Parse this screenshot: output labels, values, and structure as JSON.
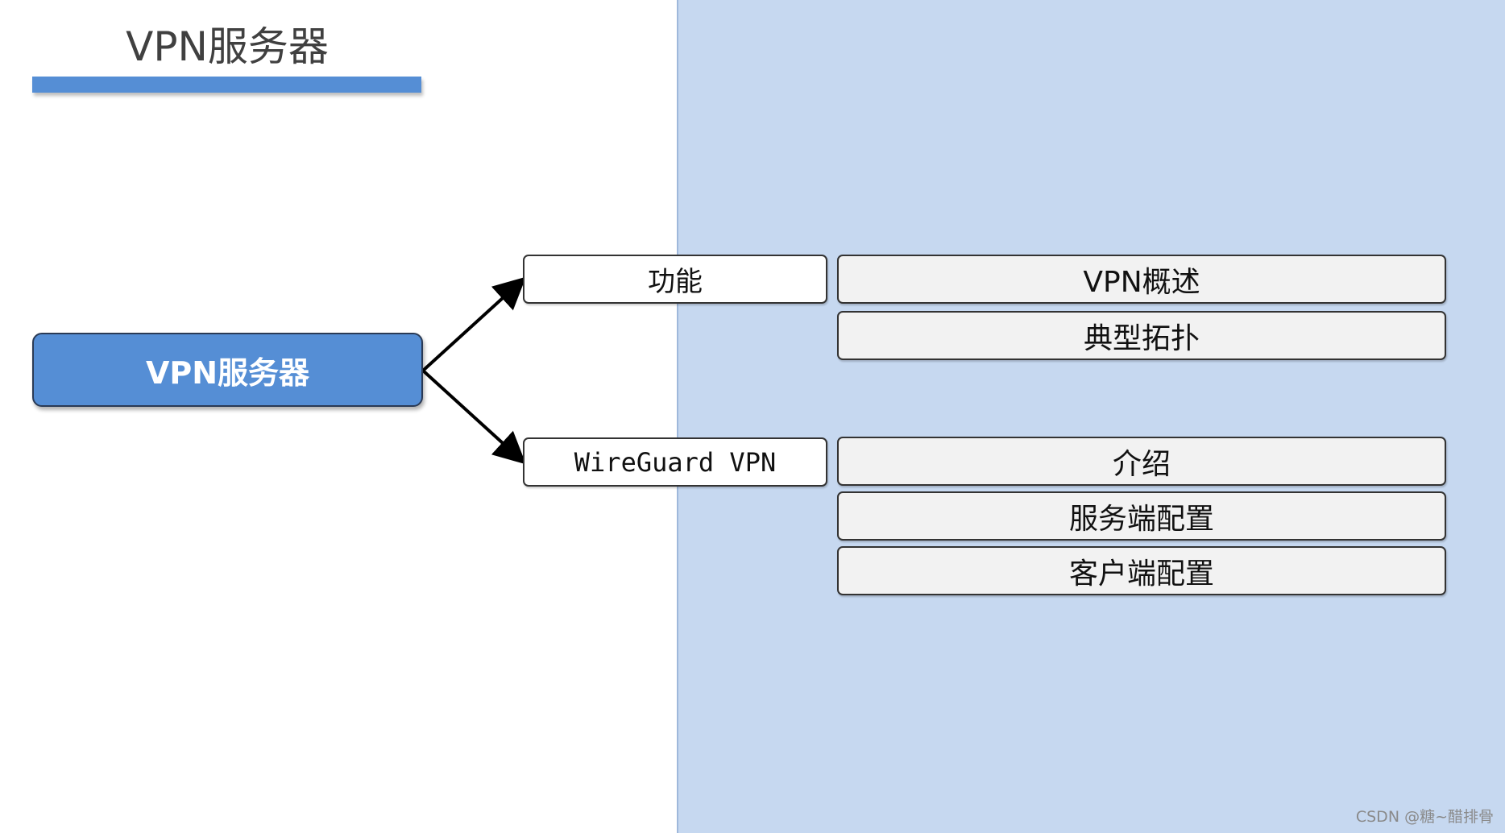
{
  "title": "VPN服务器",
  "root": {
    "label": "VPN服务器"
  },
  "branches": [
    {
      "label": "功能",
      "children": [
        "VPN概述",
        "典型拓扑"
      ]
    },
    {
      "label": "WireGuard VPN",
      "children": [
        "介绍",
        "服务端配置",
        "客户端配置"
      ]
    }
  ],
  "watermark": "CSDN @糖~醋排骨",
  "colors": {
    "accent": "#558ed5",
    "panel": "#c6d8f0",
    "leaf": "#f2f2f2"
  }
}
